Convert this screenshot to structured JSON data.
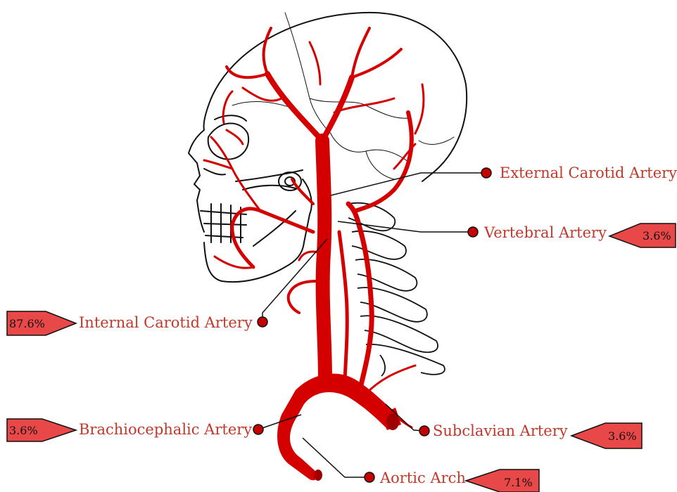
{
  "colors": {
    "artery": "#d40000",
    "artery_dark": "#9e0000",
    "label": "#c0392b",
    "badge_fill": "#e84848",
    "outline": "#111111"
  },
  "labels": {
    "external_carotid": "External Carotid Artery",
    "vertebral": "Vertebral Artery",
    "internal_carotid": "Internal Carotid Artery",
    "brachiocephalic": "Brachiocephalic Artery",
    "subclavian": "Subclavian Artery",
    "aortic_arch": "Aortic Arch"
  },
  "percentages": {
    "vertebral": "3.6%",
    "internal_carotid": "87.6%",
    "brachiocephalic": "3.6%",
    "subclavian": "3.6%",
    "aortic_arch": "7.1%"
  }
}
